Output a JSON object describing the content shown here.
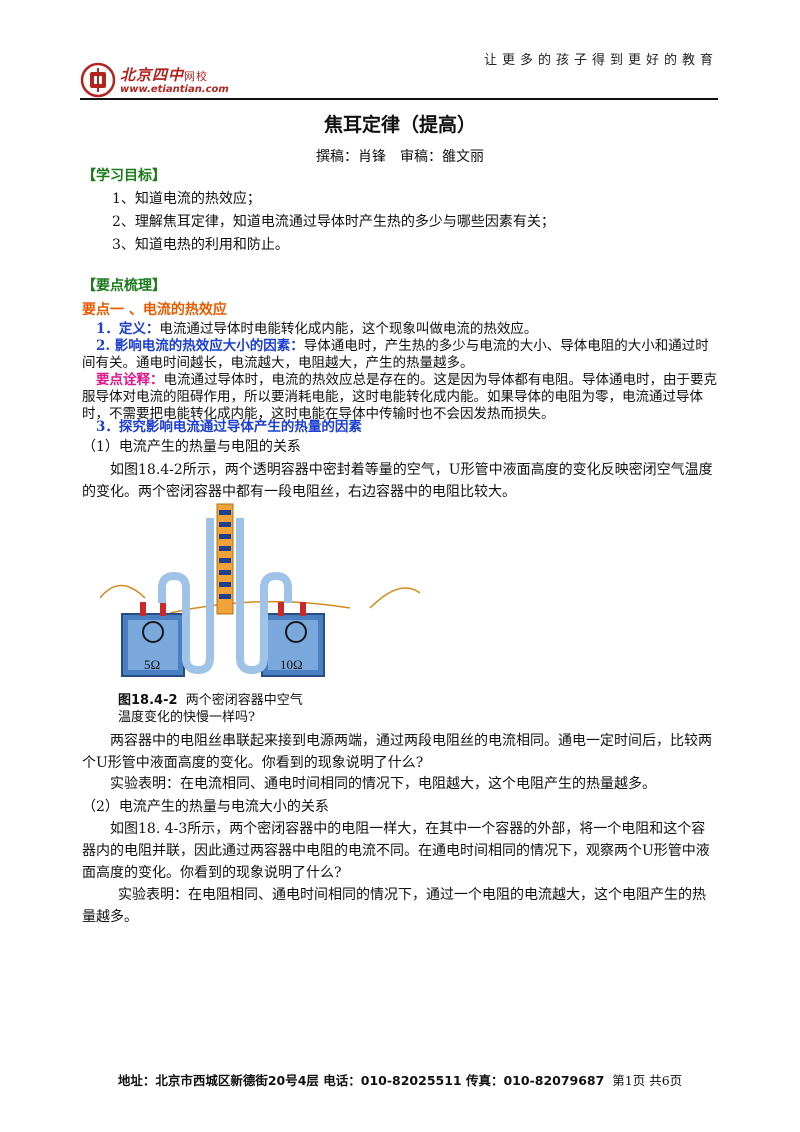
{
  "header": {
    "slogan": "让更多的孩子得到更好的教育",
    "logo_name": "北京四中",
    "logo_suffix": "网校",
    "logo_url": "www.etiantian.com"
  },
  "doc": {
    "title": "焦耳定律（提高）",
    "authors": "撰稿：肖锋　审稿：雒文丽"
  },
  "goals": {
    "heading": "【学习目标】",
    "items": [
      "1、知道电流的热效应；",
      "2、理解焦耳定律，知道电流通过导体时产生热的多少与哪些因素有关；",
      "3、知道电热的利用和防止。"
    ]
  },
  "points": {
    "heading": "【要点梳理】",
    "point1_title": "要点一 、电流的热效应",
    "def_label": "1．定义：",
    "def_text": "电流通过导体时电能转化成内能，这个现象叫做电流的热效应。",
    "factor_label": "2. 影响电流的热效应大小的因素：",
    "factor_text": "导体通电时，产生热的多少与电流的大小、导体电阻的大小和通过时间有关。通电时间越长，电流越大，电阻越大，产生的热量越多。",
    "note_label": "要点诠释：",
    "note_text": "电流通过导体时，电流的热效应总是存在的。这是因为导体都有电阻。导体通电时，由于要克服导体对电流的阻碍作用，所以要消耗电能，这时电能转化成内能。如果导体的电阻为零，电流通过导体时，不需要把电能转化成内能，这时电能在导体中传输时也不会因发热而损失。",
    "explore_label": "3．探究影响电流通过导体产生的热量的因素",
    "sub1": "（1）电流产生的热量与电阻的关系",
    "para1": "如图18.4-2所示，两个透明容器中密封着等量的空气，U形管中液面高度的变化反映密闭空气温度的变化。两个密闭容器中都有一段电阻丝，右边容器中的电阻比较大。",
    "fig_label": "图18.4-2",
    "fig_caption1": "两个密闭容器中空气",
    "fig_caption2": "温度变化的快慢一样吗?",
    "left_resistor": "5Ω",
    "right_resistor": "10Ω",
    "para2": "两容器中的电阻丝串联起来接到电源两端，通过两段电阻丝的电流相同。通电一定时间后，比较两个U形管中液面高度的变化。你看到的现象说明了什么?",
    "result1": "实验表明：在电流相同、通电时间相同的情况下，电阻越大，这个电阻产生的热量越多。",
    "sub2": "（2）电流产生的热量与电流大小的关系",
    "para3": "如图18. 4-3所示，两个密闭容器中的电阻一样大，在其中一个容器的外部，将一个电阻和这个容器内的电阻并联，因此通过两容器中电阻的电流不同。在通电时间相同的情况下，观察两个U形管中液面高度的变化。你看到的现象说明了什么?",
    "result2": "实验表明：在电阻相同、通电时间相同的情况下，通过一个电阻的电流越大，这个电阻产生的热量越多。"
  },
  "footer": {
    "address": "地址：北京市西城区新德街20号4层 电话：010-82025511 传真：010-82079687",
    "page": "第1页 共6页"
  },
  "colors": {
    "brand": "#b2241d",
    "section": "#1a7a1a",
    "point": "#e65b00",
    "blue": "#1c3fd0",
    "pink": "#e0168a"
  }
}
